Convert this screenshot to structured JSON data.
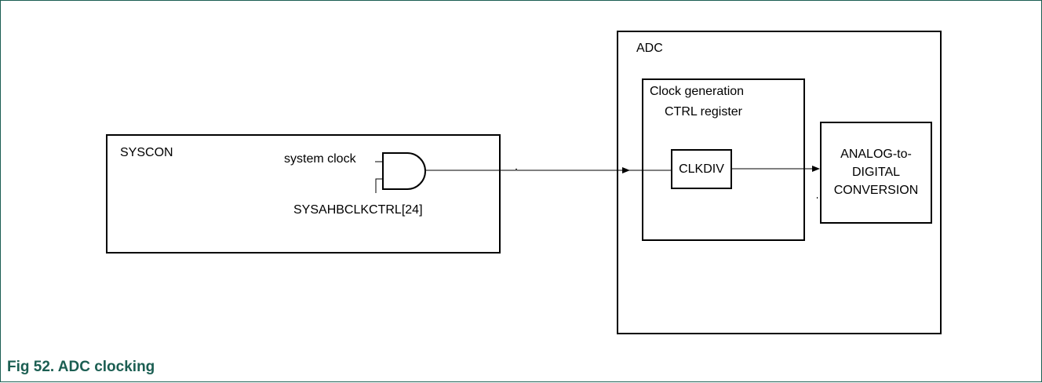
{
  "diagram": {
    "syscon_label": "SYSCON",
    "system_clock_label": "system clock",
    "enable_bit_label": "SYSAHBCLKCTRL[24]",
    "adc_label": "ADC",
    "clockgen_title": "Clock generation",
    "ctrl_register_label": "CTRL register",
    "clkdiv_label": "CLKDIV",
    "conversion_line1": "ANALOG-to-",
    "conversion_line2": "DIGITAL",
    "conversion_line3": "CONVERSION"
  },
  "caption": {
    "text": "Fig 52.   ADC clocking"
  },
  "colors": {
    "caption": "#1b5e52",
    "line": "#000000"
  }
}
